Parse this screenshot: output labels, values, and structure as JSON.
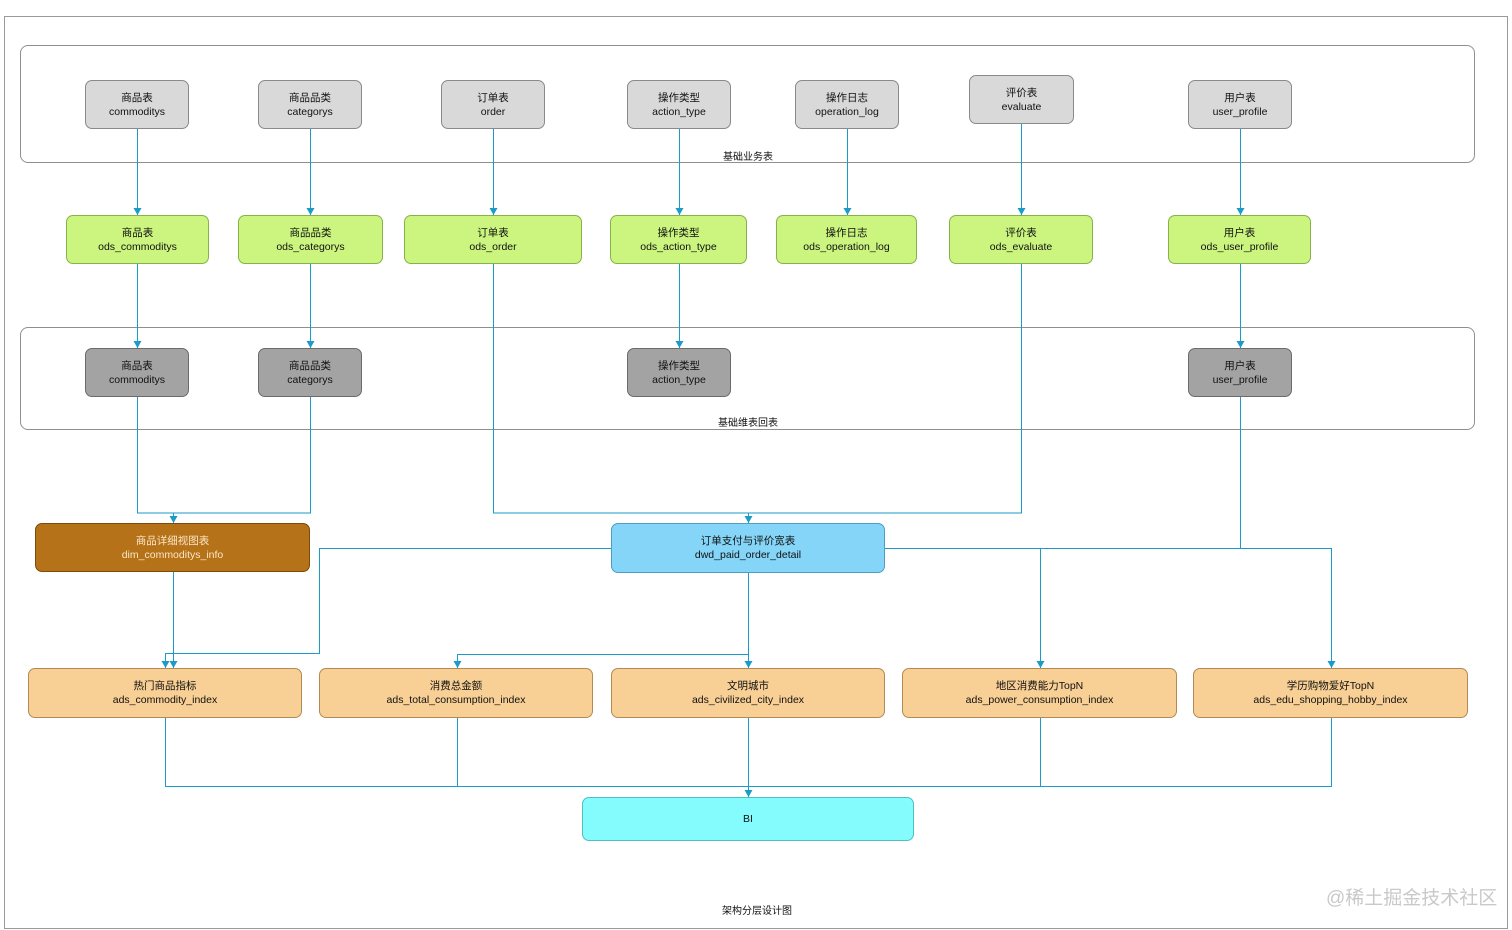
{
  "groups": {
    "base_business": "基础业务表",
    "base_dimension": "基础维表回表"
  },
  "diagram_title": "架构分层设计图",
  "watermark": "@稀土掘金技术社区",
  "source_tables": {
    "commoditys": {
      "cn": "商品表",
      "en": "commoditys"
    },
    "categorys": {
      "cn": "商品品类",
      "en": "categorys"
    },
    "order": {
      "cn": "订单表",
      "en": "order"
    },
    "action_type": {
      "cn": "操作类型",
      "en": "action_type"
    },
    "operation_log": {
      "cn": "操作日志",
      "en": "operation_log"
    },
    "evaluate": {
      "cn": "评价表",
      "en": "evaluate"
    },
    "user_profile": {
      "cn": "用户表",
      "en": "user_profile"
    }
  },
  "ods_tables": {
    "commoditys": {
      "cn": "商品表",
      "en": "ods_commoditys"
    },
    "categorys": {
      "cn": "商品品类",
      "en": "ods_categorys"
    },
    "order": {
      "cn": "订单表",
      "en": "ods_order"
    },
    "action_type": {
      "cn": "操作类型",
      "en": "ods_action_type"
    },
    "operation_log": {
      "cn": "操作日志",
      "en": "ods_operation_log"
    },
    "evaluate": {
      "cn": "评价表",
      "en": "ods_evaluate"
    },
    "user_profile": {
      "cn": "用户表",
      "en": "ods_user_profile"
    }
  },
  "dim_tables": {
    "commoditys": {
      "cn": "商品表",
      "en": "commoditys"
    },
    "categorys": {
      "cn": "商品品类",
      "en": "categorys"
    },
    "action_type": {
      "cn": "操作类型",
      "en": "action_type"
    },
    "user_profile": {
      "cn": "用户表",
      "en": "user_profile"
    }
  },
  "dim_commoditys_info": {
    "cn": "商品详细视图表",
    "en": "dim_commoditys_info"
  },
  "dwd_paid_order_detail": {
    "cn": "订单支付与评价宽表",
    "en": "dwd_paid_order_detail"
  },
  "ads_tables": {
    "commodity": {
      "cn": "热门商品指标",
      "en": "ads_commodity_index"
    },
    "total_consumption": {
      "cn": "消费总金额",
      "en": "ads_total_consumption_index"
    },
    "civilized_city": {
      "cn": "文明城市",
      "en": "ads_civilized_city_index"
    },
    "power_consumption": {
      "cn": "地区消费能力TopN",
      "en": "ads_power_consumption_index"
    },
    "edu_shopping_hobby": {
      "cn": "学历购物爱好TopN",
      "en": "ads_edu_shopping_hobby_index"
    }
  },
  "bi": "BI",
  "colors": {
    "wire": "#1b9bc8",
    "source": "#d9d9d9",
    "ods": "#ccf57f",
    "dim": "#a3a3a3",
    "dim_commodity_info": "#b57218",
    "dwd": "#84d5f7",
    "ads": "#f8cf94",
    "bi": "#84fbfc"
  }
}
